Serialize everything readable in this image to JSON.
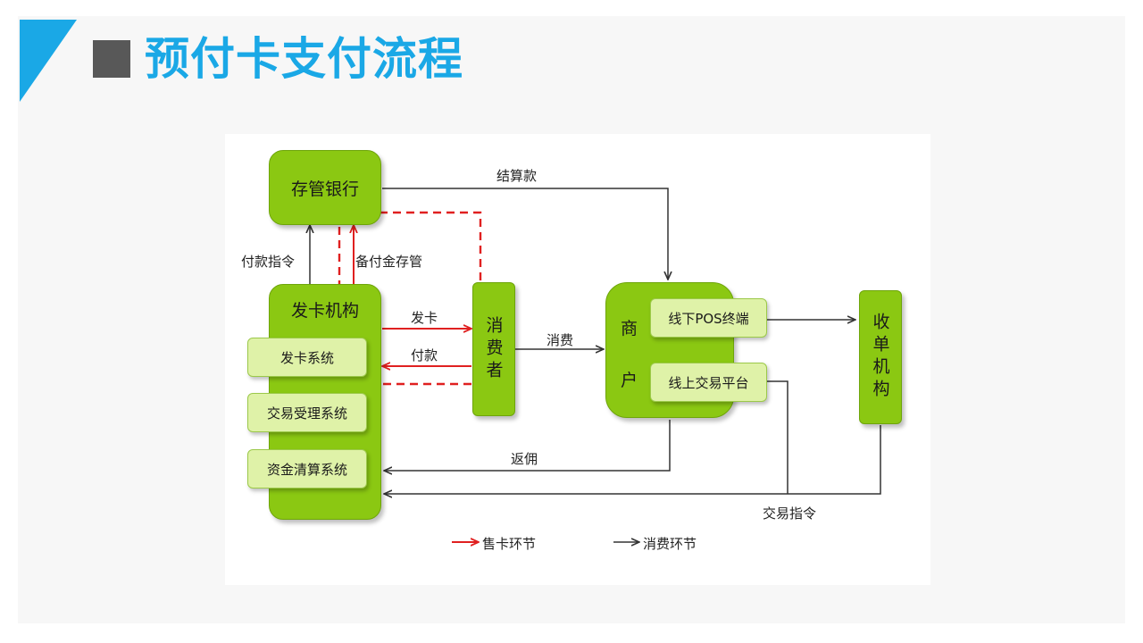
{
  "title": "预付卡支付流程",
  "nodes": {
    "custody_bank": "存管银行",
    "issuer": "发卡机构",
    "issuer_systems": [
      "发卡系统",
      "交易受理系统",
      "资金清算系统"
    ],
    "consumer": "消费者",
    "merchant_chars": [
      "商",
      "户"
    ],
    "merchant_channels": [
      "线下POS终端",
      "线上交易平台"
    ],
    "acquirer": "收单机构"
  },
  "edges": {
    "settlement": "结算款",
    "payment_instruction": "付款指令",
    "reserve_deposit": "备付金存管",
    "issue_card": "发卡",
    "payment": "付款",
    "consume": "消费",
    "rebate": "返佣",
    "transaction_instruction": "交易指令"
  },
  "legend": {
    "card_sale": "售卡环节",
    "consumption": "消费环节"
  },
  "colors": {
    "title": "#1aa8e6",
    "box_green": "#8bc812",
    "inner_box": "#dff2a8",
    "card_sale_line": "#e02020",
    "consumption_line": "#333333"
  }
}
